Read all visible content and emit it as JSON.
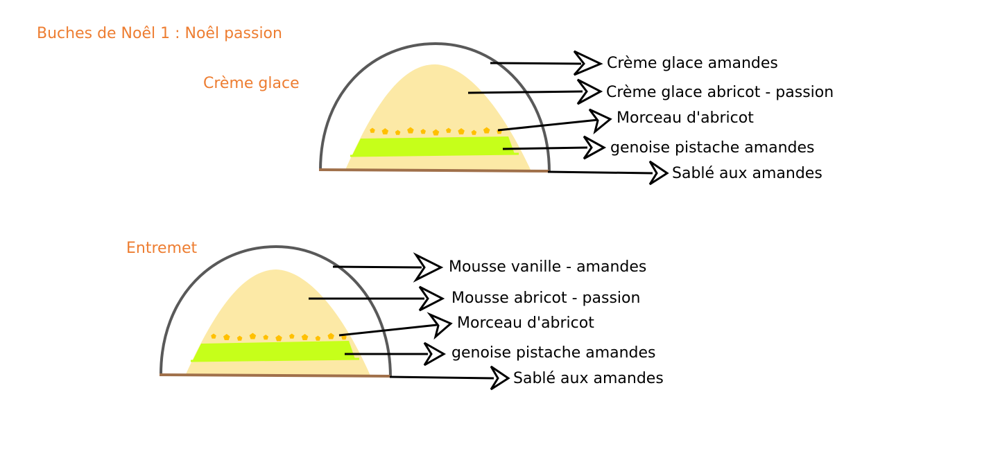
{
  "title": "Buches de Noêl 1  : Noêl passion",
  "colors": {
    "heading": "#ED7D31",
    "dome": "#595959",
    "cream": "#FCE9A6",
    "sponge": "#C6FF1A",
    "apricot": "#FFC000",
    "base": "#A0704A",
    "arrow": "#000000"
  },
  "sections": [
    {
      "title": "Crème glace",
      "layers": [
        {
          "label": "Crème glace amandes"
        },
        {
          "label": "Crème glace abricot - passion"
        },
        {
          "label": "Morceau d'abricot"
        },
        {
          "label": "genoise pistache amandes"
        },
        {
          "label": "Sablé aux amandes"
        }
      ]
    },
    {
      "title": "Entremet",
      "layers": [
        {
          "label": "Mousse vanille - amandes"
        },
        {
          "label": "Mousse abricot - passion"
        },
        {
          "label": "Morceau d'abricot"
        },
        {
          "label": "genoise pistache amandes"
        },
        {
          "label": "Sablé aux amandes"
        }
      ]
    }
  ]
}
